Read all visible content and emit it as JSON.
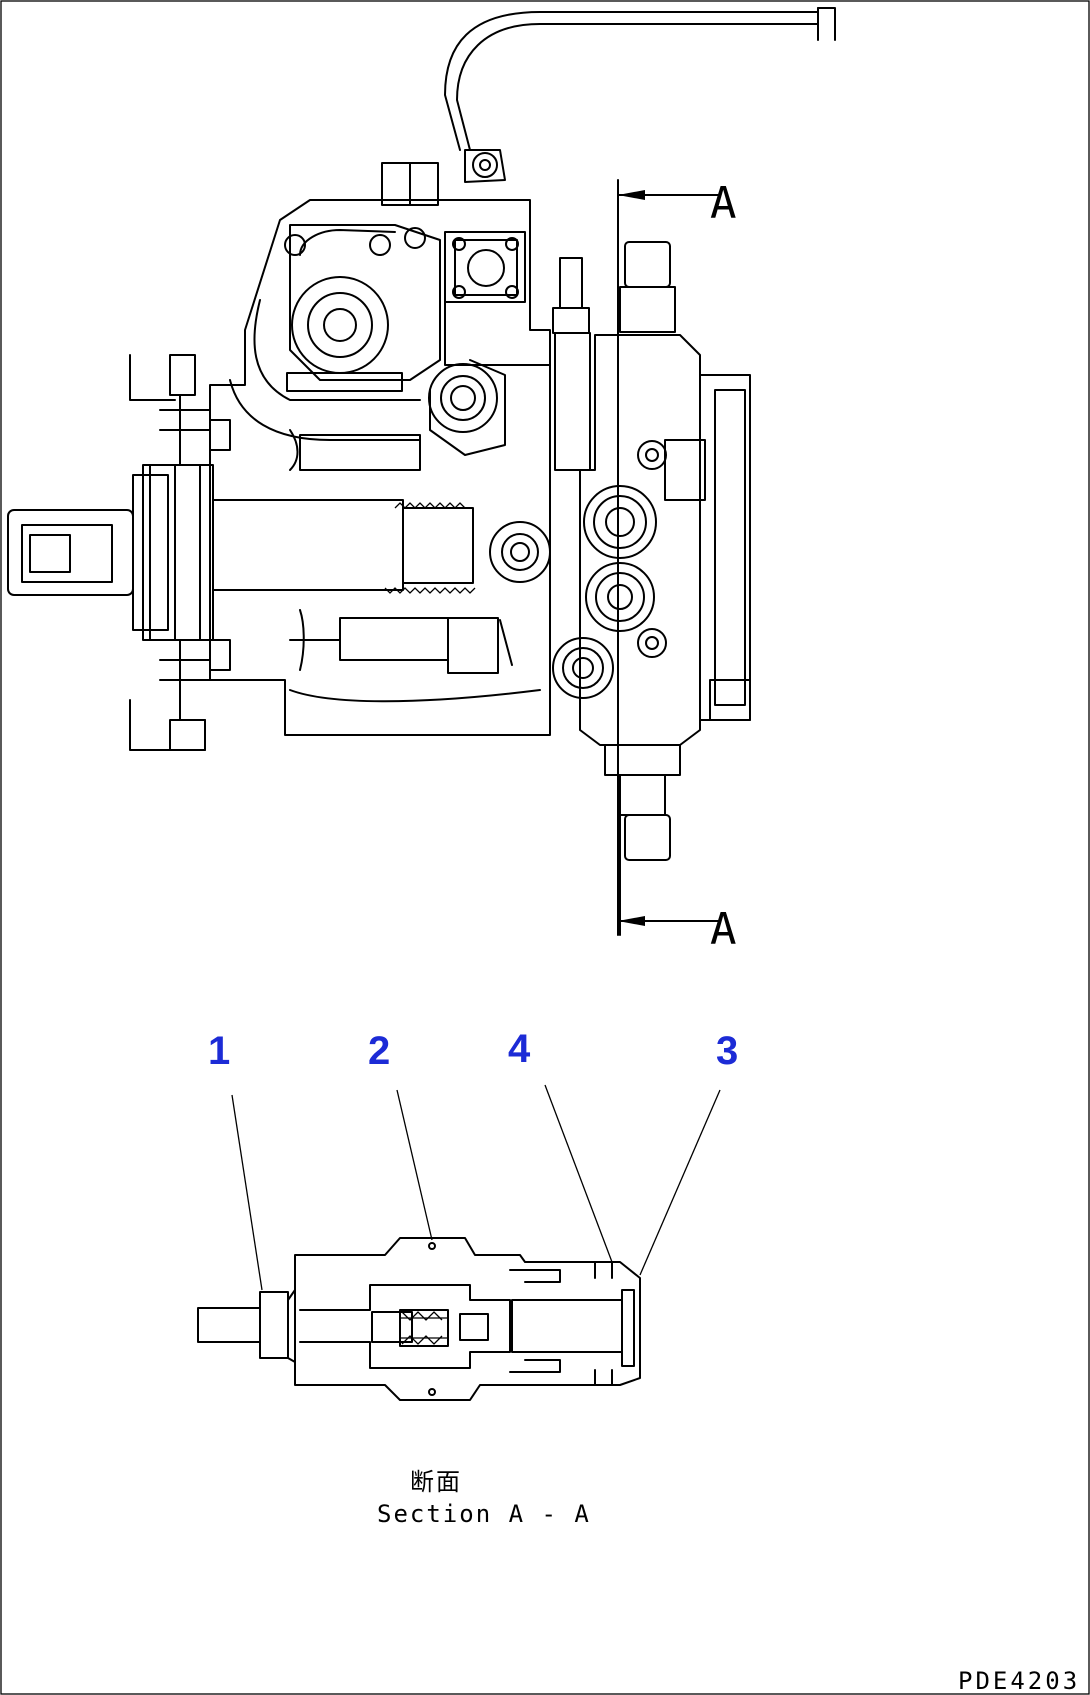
{
  "section_marks": {
    "top": "A",
    "bottom": "A"
  },
  "callouts": [
    {
      "id": "1",
      "color": "#1c2bd6"
    },
    {
      "id": "2",
      "color": "#1c2bd6"
    },
    {
      "id": "4",
      "color": "#1c2bd6"
    },
    {
      "id": "3",
      "color": "#1c2bd6"
    }
  ],
  "caption": {
    "japanese": "断面",
    "english": "Section A - A"
  },
  "drawing_code": "PDE4203"
}
